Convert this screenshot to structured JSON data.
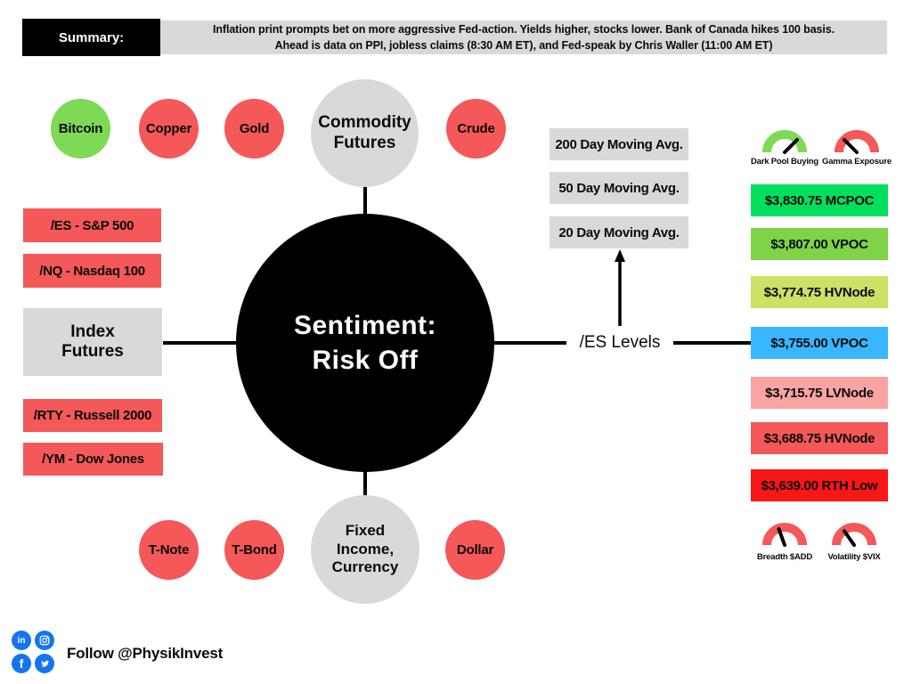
{
  "summary": {
    "label": "Summary:",
    "line1": "Inflation print prompts bet on more aggressive Fed-action. Yields higher, stocks lower. Bank of Canada hikes 100 basis.",
    "line2": "Ahead is data on PPI, jobless claims (8:30 AM ET), and Fed-speak by Chris Waller (11:00 AM ET)"
  },
  "center": {
    "line1": "Sentiment:",
    "line2": "Risk Off"
  },
  "commodity": {
    "hub_line1": "Commodity",
    "hub_line2": "Futures",
    "bitcoin": "Bitcoin",
    "copper": "Copper",
    "gold": "Gold",
    "crude": "Crude"
  },
  "index": {
    "hub_line1": "Index",
    "hub_line2": "Futures",
    "es": "/ES - S&P 500",
    "nq": "/NQ - Nasdaq 100",
    "rty": "/RTY - Russell 2000",
    "ym": "/YM - Dow Jones"
  },
  "fixed_income": {
    "hub_line1": "Fixed",
    "hub_line2": "Income,",
    "hub_line3": "Currency",
    "tnote": "T-Note",
    "tbond": "T-Bond",
    "dollar": "Dollar"
  },
  "es_levels": {
    "title": "/ES Levels",
    "moving_averages": [
      "200 Day Moving Avg.",
      "50 Day Moving Avg.",
      "20 Day Moving Avg."
    ],
    "levels": [
      {
        "label": "$3,830.75 MCPOC",
        "color": "#00e05e"
      },
      {
        "label": "$3,807.00 VPOC",
        "color": "#7ed348"
      },
      {
        "label": "$3,774.75 HVNode",
        "color": "#cde167"
      },
      {
        "label": "$3,755.00 VPOC",
        "color": "#38b6ff"
      },
      {
        "label": "$3,715.75 LVNode",
        "color": "#f9a3a3"
      },
      {
        "label": "$3,688.75 HVNode",
        "color": "#f45858"
      },
      {
        "label": "$3,639.00 RTH Low",
        "color": "#f91616"
      }
    ]
  },
  "gauges": [
    {
      "label": "Dark Pool Buying",
      "color": "#7ed957",
      "needle": "up-right"
    },
    {
      "label": "Gamma Exposure",
      "color": "#f45858",
      "needle": "up-left"
    },
    {
      "label": "Breadth $ADD",
      "color": "#f45858",
      "needle": "up-slight-left"
    },
    {
      "label": "Volatility $VIX",
      "color": "#f45858",
      "needle": "up-left"
    }
  ],
  "footer": {
    "follow": "Follow @PhysikInvest",
    "linkedin_glyph": "in",
    "facebook_glyph": "f"
  },
  "colors": {
    "risk_red": "#f45858",
    "risk_green": "#7ed957",
    "neutral_gray": "#d9d9d9",
    "sentiment_black": "#000000",
    "social_blue": "#1574f2"
  }
}
